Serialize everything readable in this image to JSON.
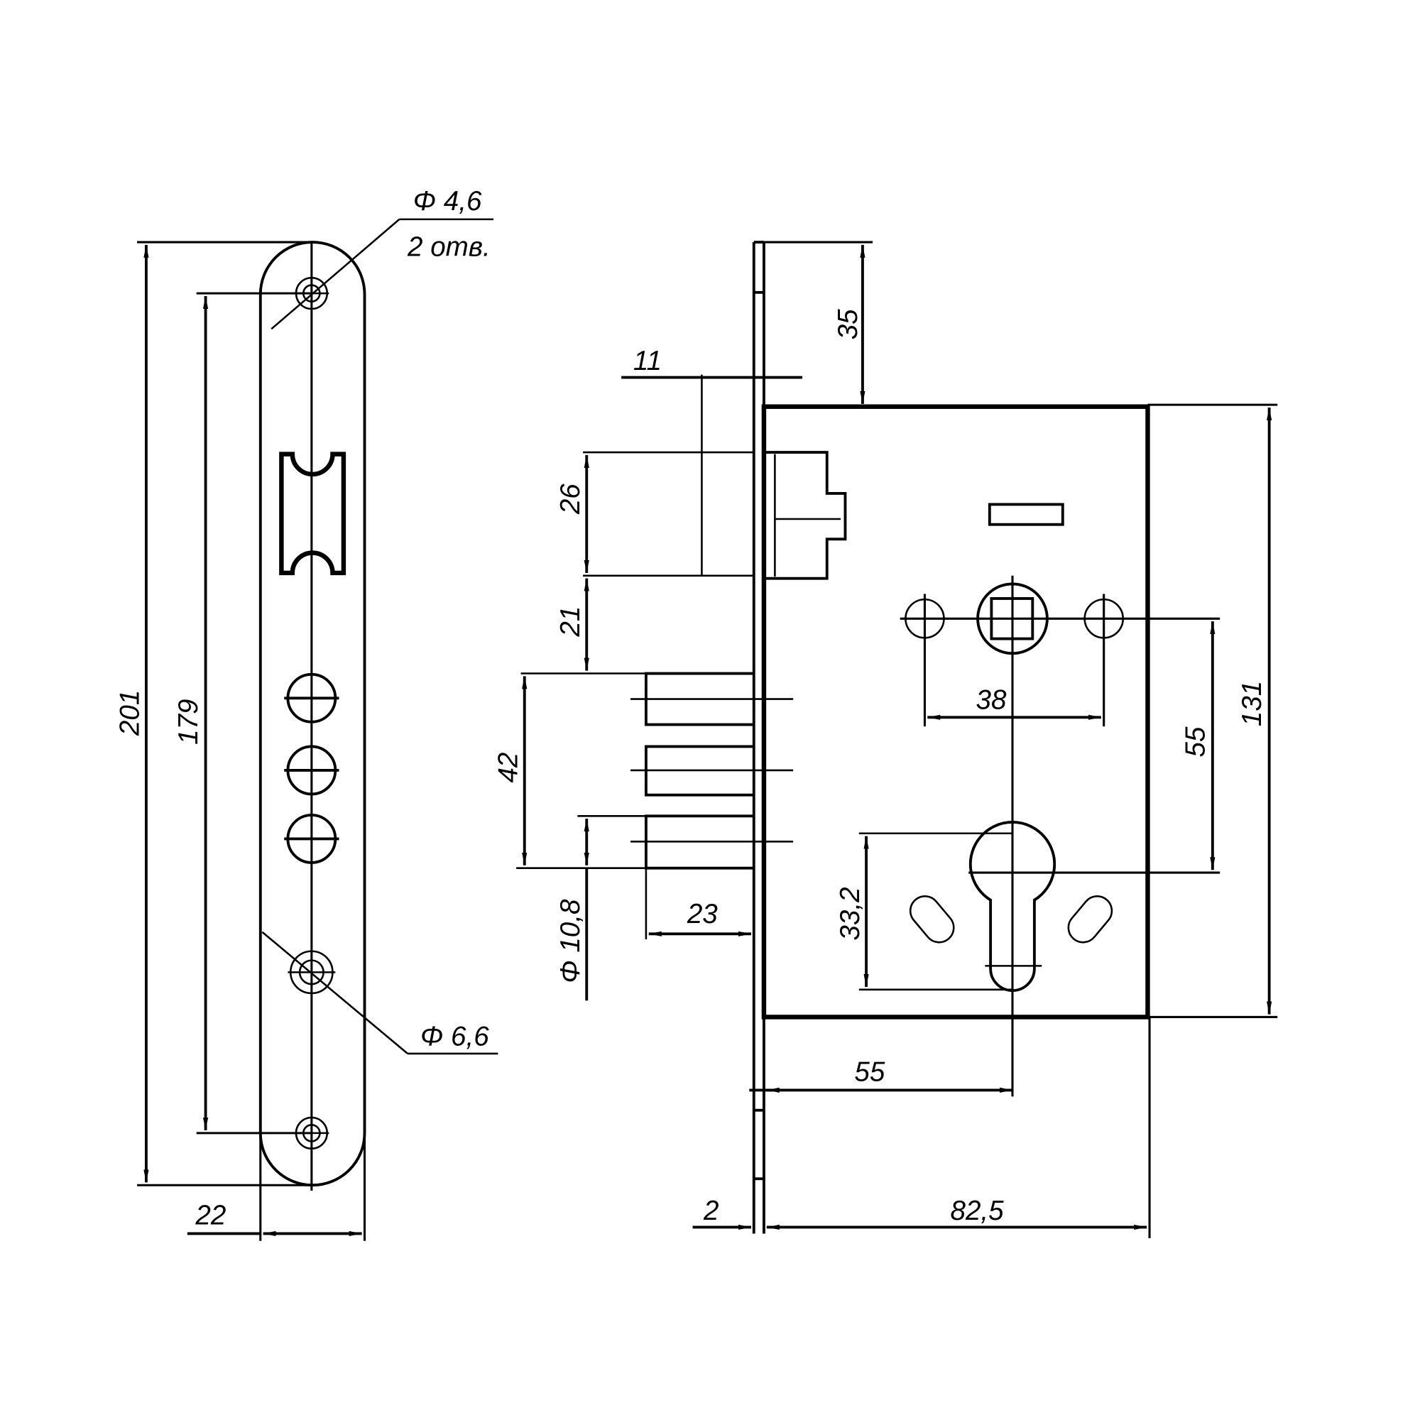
{
  "drawing": {
    "title": "Mortise lock technical drawing",
    "line_color": "#000000",
    "background": "#ffffff",
    "views": {
      "faceplate_front": {
        "dimensions": {
          "overall_height": "201",
          "hole_spacing": "179",
          "width": "22",
          "small_hole": "Φ 4,6",
          "small_hole_count": "2 отв.",
          "large_hole": "Φ 6,6"
        }
      },
      "side_view": {
        "dimensions": {
          "top_offset": "35",
          "latch_projection": "11",
          "latch_height": "26",
          "latch_to_bolt": "21",
          "bolt_height": "42",
          "bolt_diameter": "Φ 10,8",
          "bolt_throw": "23",
          "spindle_spacing": "38",
          "center_distance": "55",
          "body_height": "131",
          "cylinder_height": "33,2",
          "backset": "55",
          "faceplate_thickness": "2",
          "body_depth": "82,5"
        }
      }
    }
  }
}
